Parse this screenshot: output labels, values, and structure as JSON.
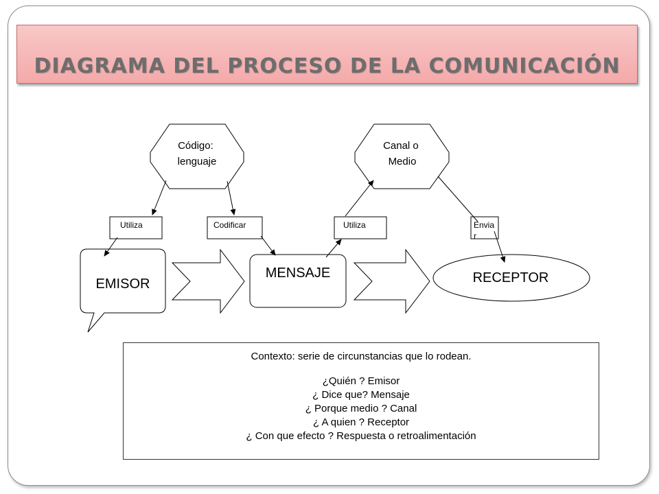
{
  "title": "Diagrama del proceso de la comunicación",
  "diagram": {
    "code_node": "Código:\nlenguaje",
    "channel_node": "Canal o\nMedio",
    "labels": {
      "utiliza_1": "Utiliza",
      "codificar": "Codificar",
      "utiliza_2": "Utiliza",
      "enviar_line1": "Envia",
      "enviar_line2": "r"
    },
    "emisor": "EMISOR",
    "mensaje": "MENSAJE",
    "receptor": "RECEPTOR"
  },
  "context": {
    "heading": "Contexto: serie de circunstancias que lo rodean.",
    "questions": [
      "¿Quién ?   Emisor",
      "¿ Dice que?   Mensaje",
      "¿ Porque medio ?  Canal",
      "¿ A quien ? Receptor",
      "¿ Con que efecto ? Respuesta o retroalimentación"
    ]
  }
}
